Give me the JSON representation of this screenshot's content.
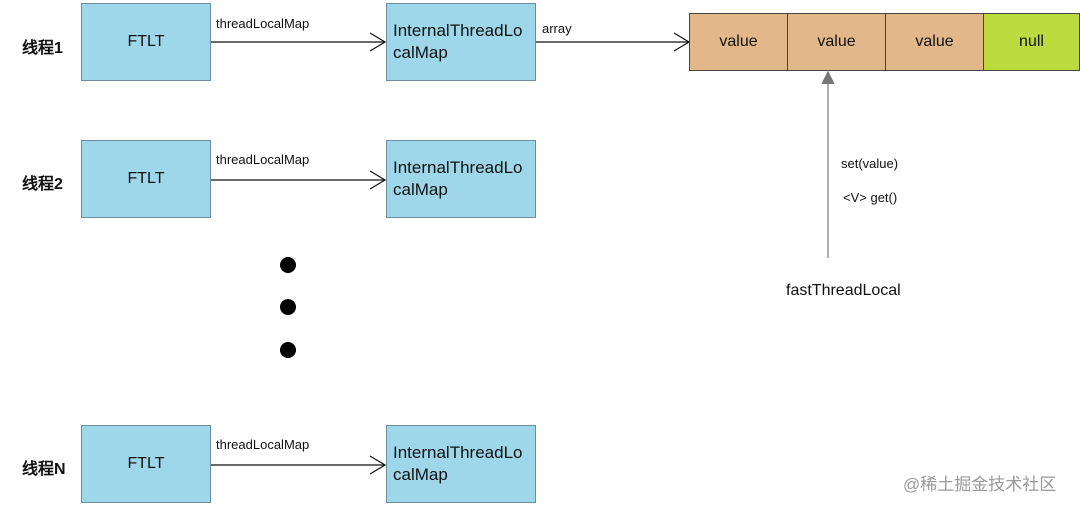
{
  "threads": [
    {
      "label": "线程1",
      "ftlt": "FTLT",
      "edge": "threadLocalMap",
      "map": "InternalThreadLocalMap"
    },
    {
      "label": "线程2",
      "ftlt": "FTLT",
      "edge": "threadLocalMap",
      "map": "InternalThreadLocalMap"
    },
    {
      "label": "线程N",
      "ftlt": "FTLT",
      "edge": "threadLocalMap",
      "map": "InternalThreadLocalMap"
    }
  ],
  "array_edge_label": "array",
  "array_cells": [
    "value",
    "value",
    "value",
    "null"
  ],
  "access": {
    "set_label": "set(value)",
    "get_label": "<V> get()",
    "source_label": "fastThreadLocal"
  },
  "watermark": "@稀土掘金技术社区",
  "colors": {
    "box_fill": "#9fd7ea",
    "value_cell": "#e2b789",
    "null_cell": "#bcdb3f"
  }
}
